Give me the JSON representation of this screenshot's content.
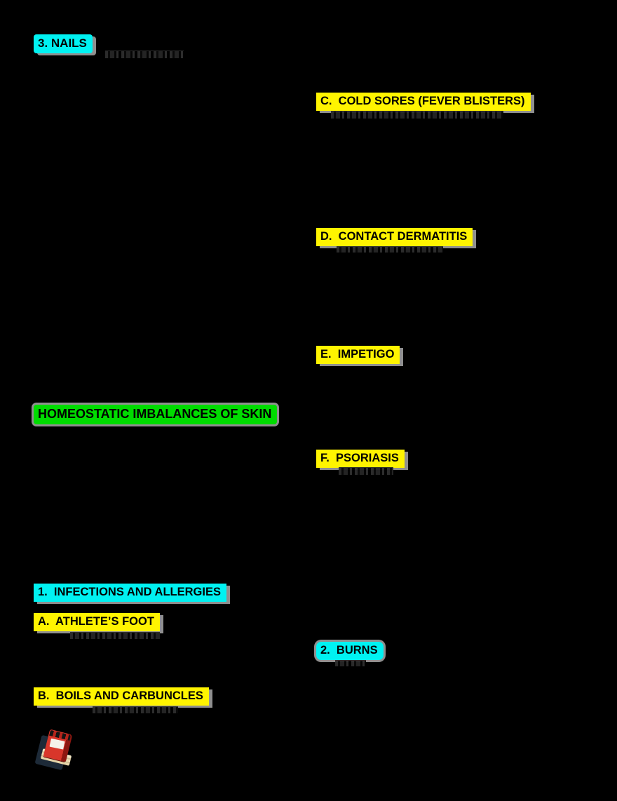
{
  "document": {
    "description_title": "HOMEOSTATIC IMBALANCES OF SKIN",
    "background_color": "#000000"
  },
  "colors": {
    "highlight_cyan": "#00f2f2",
    "highlight_yellow": "#fff400",
    "highlight_green": "#00dc00",
    "shadow_gray": "#8f8f8f",
    "heading_text": "#000000"
  },
  "headings": [
    {
      "id": "nails",
      "label": "3. NAILS",
      "color": "highlight_cyan"
    },
    {
      "id": "cold-sores",
      "label": "C.  COLD SORES (FEVER BLISTERS)",
      "color": "highlight_yellow"
    },
    {
      "id": "contact-dermatitis",
      "label": "D.  CONTACT DERMATITIS",
      "color": "highlight_yellow"
    },
    {
      "id": "impetigo",
      "label": "E.  IMPETIGO",
      "color": "highlight_yellow"
    },
    {
      "id": "homeostatic",
      "label": "HOMEOSTATIC IMBALANCES OF SKIN",
      "color": "highlight_green"
    },
    {
      "id": "psoriasis",
      "label": "F.  PSORIASIS",
      "color": "highlight_yellow"
    },
    {
      "id": "infections",
      "label": "1.  INFECTIONS AND ALLERGIES",
      "color": "highlight_cyan"
    },
    {
      "id": "athletes-foot",
      "label": "A.  ATHLETE’S FOOT",
      "color": "highlight_yellow"
    },
    {
      "id": "burns",
      "label": "2.  BURNS",
      "color": "highlight_cyan"
    },
    {
      "id": "boils",
      "label": "B.  BOILS AND CARBUNCLES",
      "color": "highlight_yellow"
    }
  ],
  "icons": [
    {
      "name": "red-book-clipart"
    }
  ]
}
